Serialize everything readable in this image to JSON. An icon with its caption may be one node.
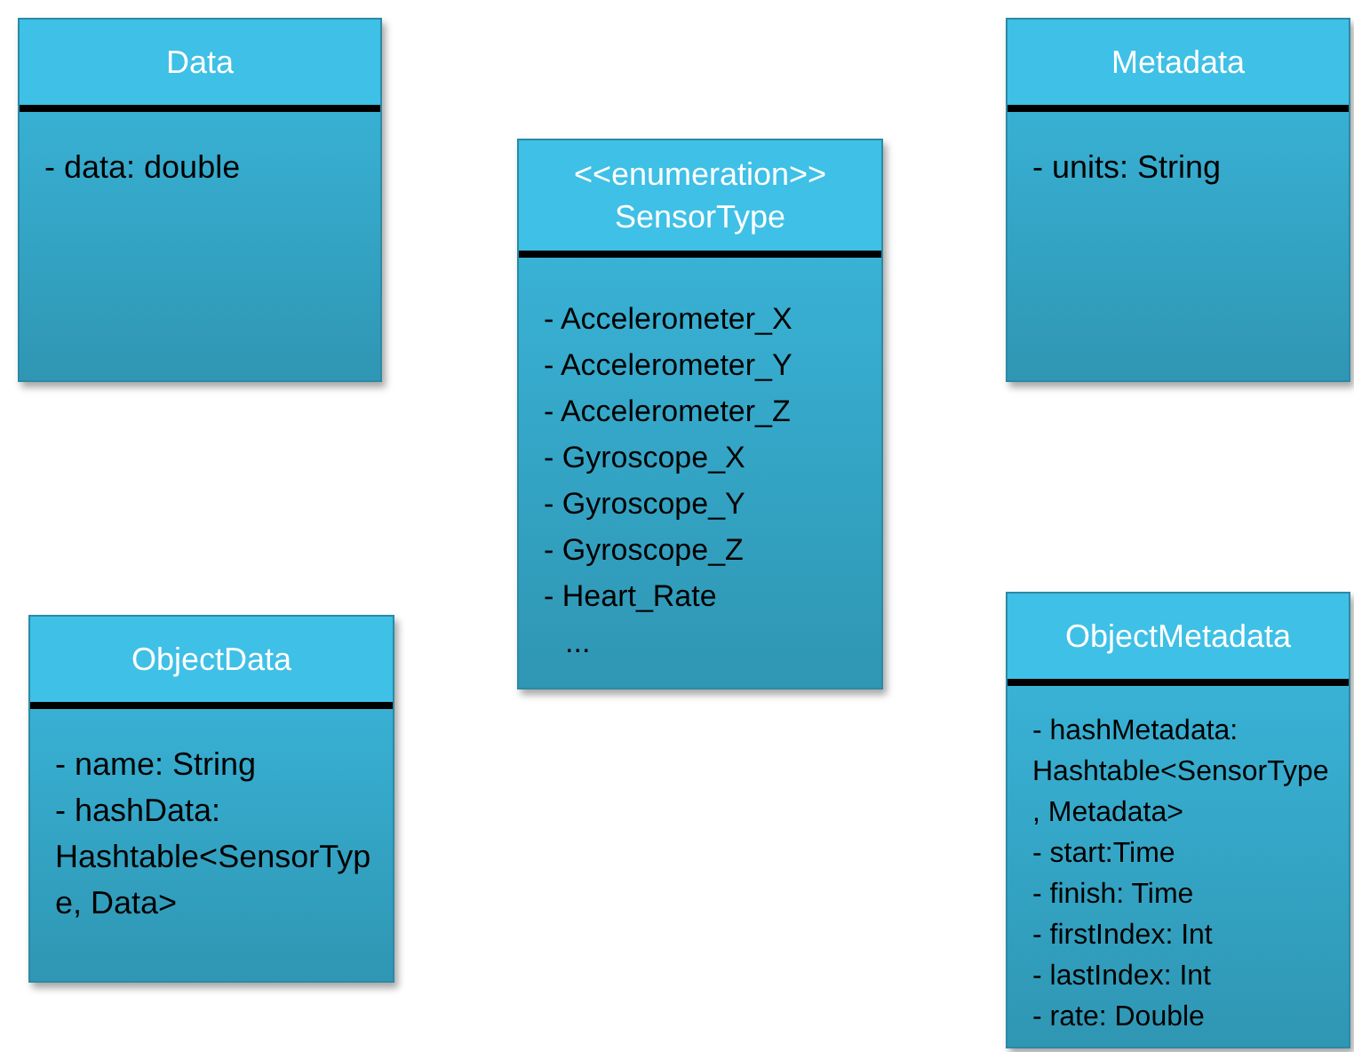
{
  "diagram": {
    "nodes": [
      {
        "text": [
          "Data",
          "- data: double"
        ]
      },
      {
        "text": [
          "<<enumeration>> SensorType",
          "- Accelerometer_X",
          "- Accelerometer_Y",
          "- Accelerometer_Z",
          "- Gyroscope_X",
          "- Gyroscope_Y",
          "- Gyroscope_Z",
          "- Heart_Rate",
          "..."
        ]
      },
      {
        "text": [
          "Metadata",
          "- units: String"
        ]
      },
      {
        "text": [
          "ObjectData",
          "- name: String",
          "- hashData: Hashtable<SensorType, Data>"
        ]
      },
      {
        "text": [
          "ObjectMetadata",
          "- hashMetadata: Hashtable<SensorType, Metadata>",
          "- start:Time",
          "- finish: Time",
          "- firstIndex: Int",
          "- lastIndex: Int",
          "- rate: Double"
        ]
      }
    ]
  }
}
